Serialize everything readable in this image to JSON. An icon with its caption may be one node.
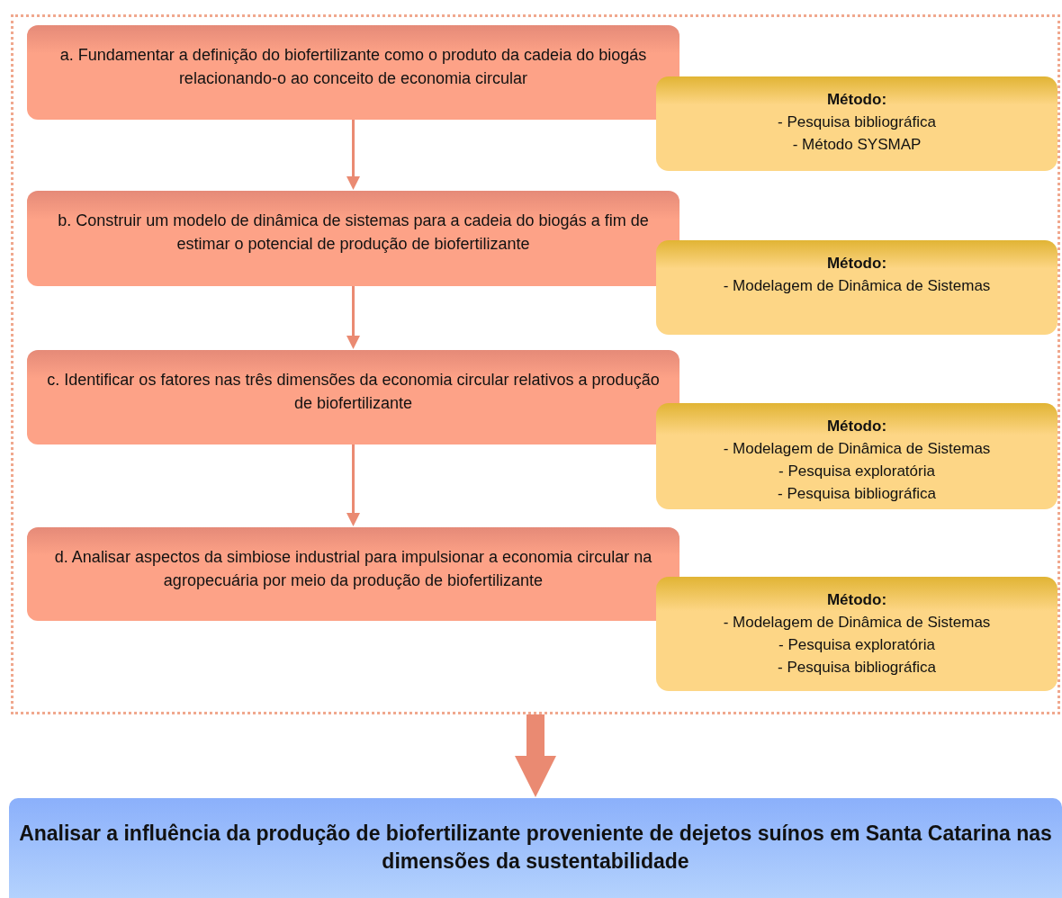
{
  "diagram": {
    "nodes": [
      {
        "text": [],
        "shape": "box"
      },
      {
        "text": [
          "a. Fundamentar a definição do biofertilizante como o produto da cadeia do biogás relacionando-o ao conceito de economia circular"
        ],
        "in": 0
      },
      {
        "text": [
          "Método:",
          "- Pesquisa bibliográfica",
          "- Método SYSMAP"
        ],
        "in": 0
      },
      {
        "text": [
          "b. Construir um modelo de dinâmica de sistemas para a cadeia do biogás a fim de estimar o potencial de produção de biofertilizante"
        ],
        "in": 0
      },
      {
        "text": [
          "Método:",
          "- Modelagem de Dinâmica de Sistemas"
        ],
        "in": 0
      },
      {
        "text": [
          "c. Identificar os fatores nas três dimensões da economia circular relativos a produção de biofertilizante"
        ],
        "in": 0
      },
      {
        "text": [
          "Método:",
          "- Modelagem de Dinâmica de Sistemas",
          "- Pesquisa exploratória",
          "- Pesquisa bibliográfica"
        ],
        "in": 0
      },
      {
        "text": [
          "d. Analisar aspectos da simbiose industrial para impulsionar a economia circular na agropecuária por meio da produção de biofertilizante"
        ],
        "in": 0
      },
      {
        "text": [
          "Método:",
          "- Modelagem de Dinâmica de Sistemas",
          "- Pesquisa exploratória",
          "- Pesquisa bibliográfica"
        ],
        "in": 0
      },
      {
        "text": [
          "Analisar a influência da produção de biofertilizante proveniente de dejetos suínos em Santa Catarina nas dimensões da sustentabilidade"
        ]
      }
    ],
    "edges": [
      {
        "from": 1,
        "to": 3,
        "arrow": "to"
      },
      {
        "from": 3,
        "to": 5,
        "arrow": "to"
      },
      {
        "from": 5,
        "to": 7,
        "arrow": "to"
      },
      {
        "from": 0,
        "to": 9,
        "arrow": "to",
        "style": "thick"
      }
    ]
  }
}
